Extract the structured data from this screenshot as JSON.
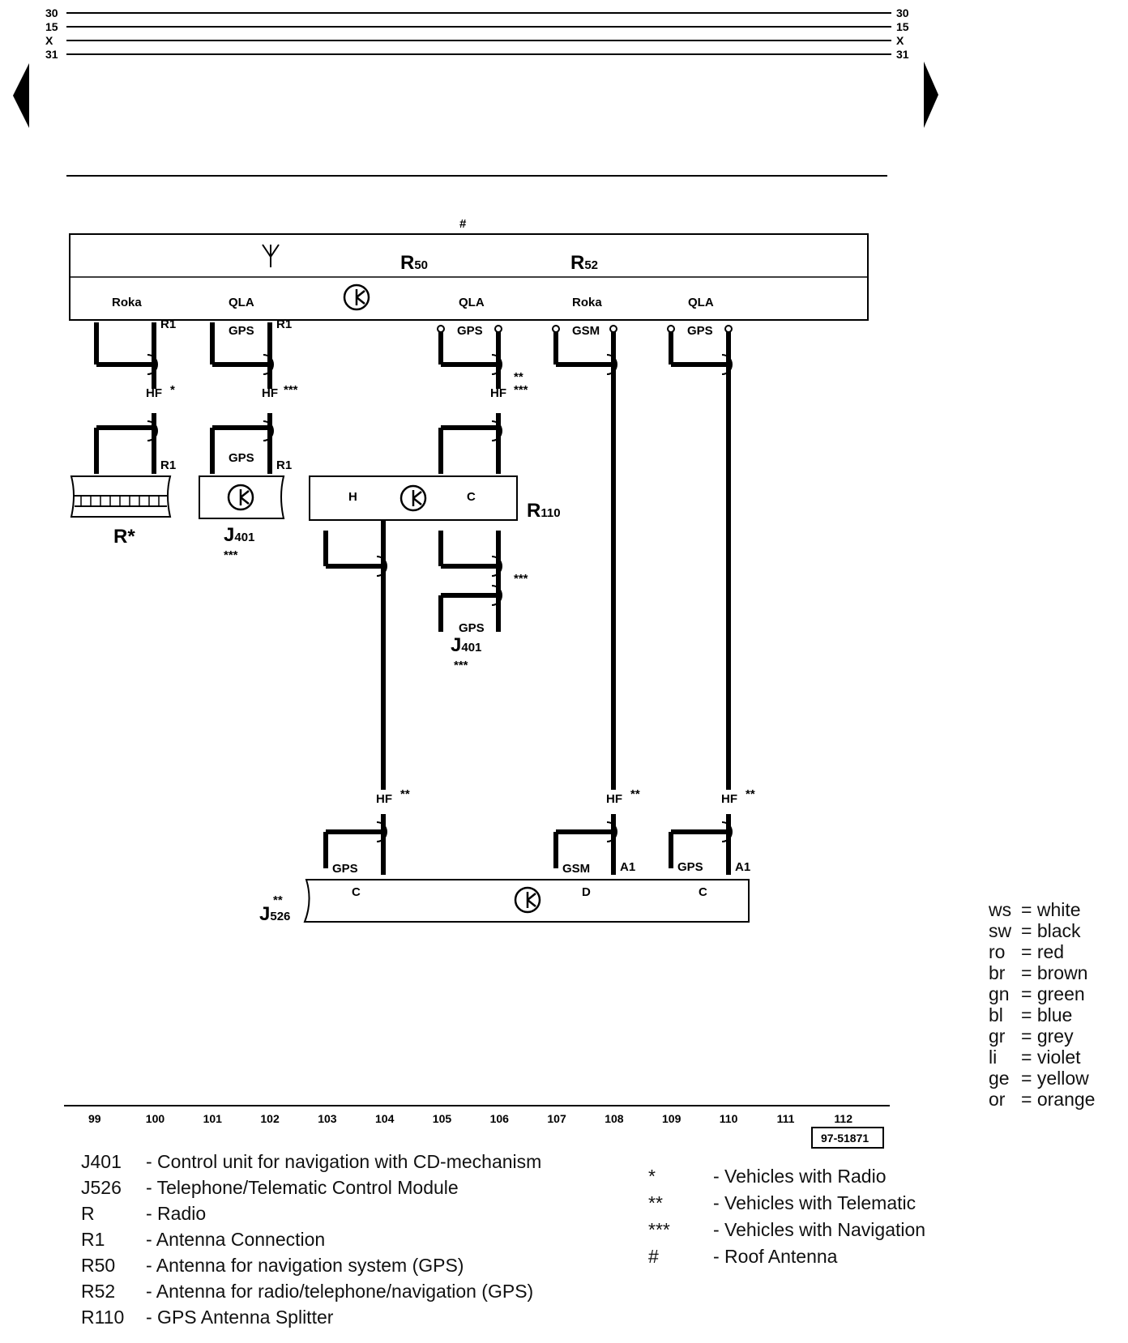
{
  "rails": {
    "r1": "30",
    "r2": "15",
    "r3": "X",
    "r4": "31"
  },
  "top_marker": "#",
  "components": {
    "r50": {
      "letter": "R",
      "sub": "50"
    },
    "r52": {
      "letter": "R",
      "sub": "52"
    },
    "r110": {
      "letter": "R",
      "sub": "110"
    },
    "radio": {
      "label": "R*"
    },
    "j401a": {
      "letter": "J",
      "sub": "401",
      "stars": "***"
    },
    "j401b": {
      "letter": "J",
      "sub": "401",
      "stars": "***"
    },
    "j526": {
      "letter": "J",
      "sub": "526",
      "stars": "**"
    }
  },
  "terminal_labels": {
    "roka1": "Roka",
    "qla1": "QLA",
    "qla2": "QLA",
    "roka2": "Roka",
    "qla3": "QLA",
    "h": "H",
    "c_r110": "C",
    "c_j526a": "C",
    "d_j526": "D",
    "c_j526b": "C"
  },
  "wire_labels": {
    "r1_a": "R1",
    "r1_b": "R1",
    "r1_c": "R1",
    "r1_d": "R1",
    "gps": "GPS",
    "gsm": "GSM",
    "hf": "HF",
    "a1": "A1",
    "star1": "*",
    "star2": "**",
    "star3": "***"
  },
  "column_numbers": [
    "99",
    "100",
    "101",
    "102",
    "103",
    "104",
    "105",
    "106",
    "107",
    "108",
    "109",
    "110",
    "111",
    "112"
  ],
  "figure_id": "97-51871",
  "color_legend": [
    {
      "code": "ws",
      "name": "white"
    },
    {
      "code": "sw",
      "name": "black"
    },
    {
      "code": "ro",
      "name": "red"
    },
    {
      "code": "br",
      "name": "brown"
    },
    {
      "code": "gn",
      "name": "green"
    },
    {
      "code": "bl",
      "name": "blue"
    },
    {
      "code": "gr",
      "name": "grey"
    },
    {
      "code": "li",
      "name": "violet"
    },
    {
      "code": "ge",
      "name": "yellow"
    },
    {
      "code": "or",
      "name": "orange"
    }
  ],
  "component_list": [
    {
      "code": "J401",
      "desc": "- Control unit for navigation with CD-mechanism"
    },
    {
      "code": "J526",
      "desc": "- Telephone/Telematic Control Module"
    },
    {
      "code": "R",
      "desc": "- Radio"
    },
    {
      "code": "R1",
      "desc": "- Antenna Connection"
    },
    {
      "code": "R50",
      "desc": "- Antenna for navigation system (GPS)"
    },
    {
      "code": "R52",
      "desc": "- Antenna for radio/telephone/navigation (GPS)"
    },
    {
      "code": "R110",
      "desc": "- GPS Antenna Splitter"
    }
  ],
  "notes": [
    {
      "sym": "*",
      "desc": "- Vehicles with Radio"
    },
    {
      "sym": "**",
      "desc": "- Vehicles with Telematic"
    },
    {
      "sym": "***",
      "desc": "- Vehicles with Navigation"
    },
    {
      "sym": "#",
      "desc": "- Roof Antenna"
    }
  ]
}
